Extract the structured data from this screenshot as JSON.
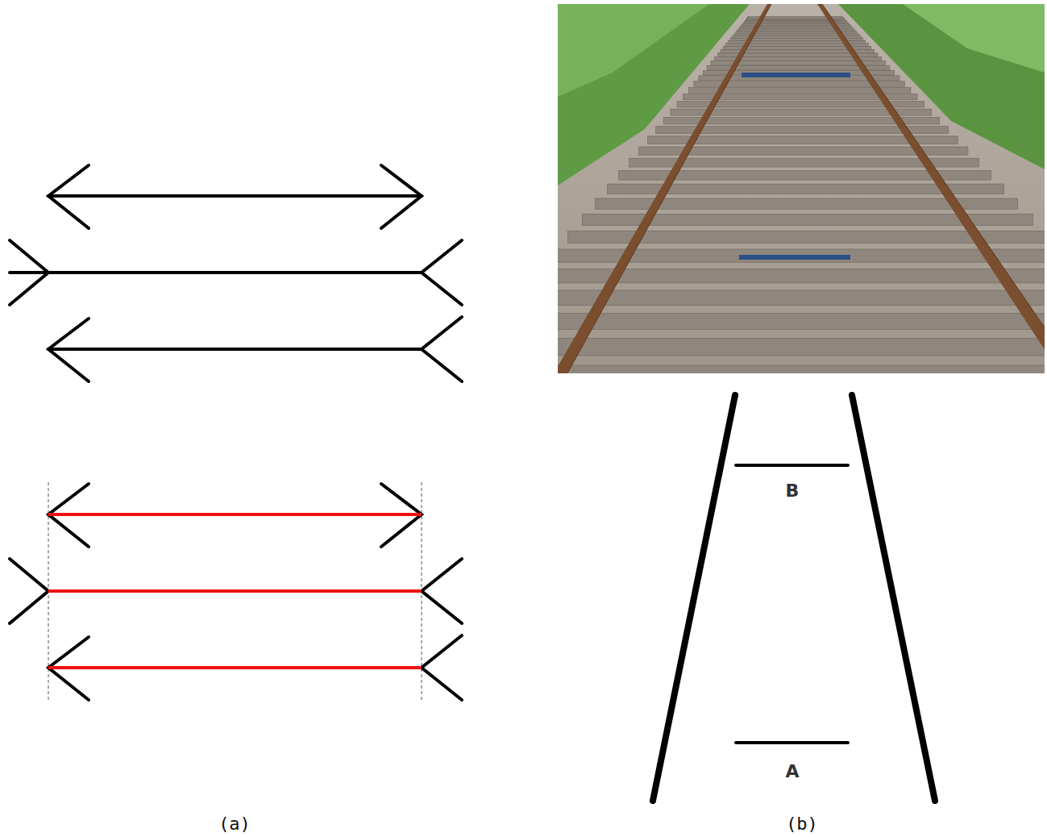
{
  "diagram": {
    "labels": [
      "B",
      "A",
      "(a)",
      "(b)"
    ]
  }
}
